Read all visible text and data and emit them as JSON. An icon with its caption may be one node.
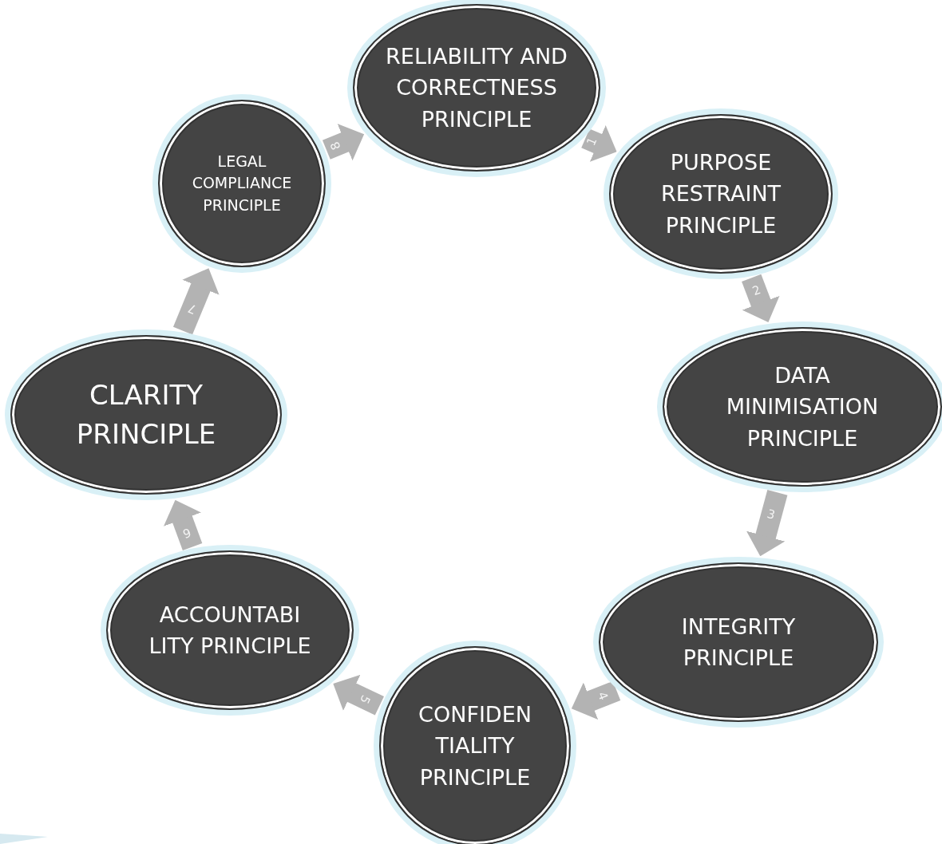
{
  "diagram": {
    "nodes": [
      {
        "text": [
          "RELIABILITY AND CORRECTNESS PRINCIPLE"
        ]
      },
      {
        "text": [
          "PURPOSE RESTRAINT PRINCIPLE"
        ]
      },
      {
        "text": [
          "DATA MINIMISATION PRINCIPLE"
        ]
      },
      {
        "text": [
          "INTEGRITY PRINCIPLE"
        ]
      },
      {
        "text": [
          "CONFIDEN TIALITY PRINCIPLE"
        ]
      },
      {
        "text": [
          "ACCOUNTABI LITY PRINCIPLE"
        ]
      },
      {
        "text": [
          "CLARITY PRINCIPLE"
        ]
      },
      {
        "text": [
          "LEGAL COMPLIANCE PRINCIPLE"
        ]
      }
    ],
    "edges": [
      {
        "from": 0,
        "to": 1,
        "arrow": "to",
        "label": "1"
      },
      {
        "from": 1,
        "to": 2,
        "arrow": "to",
        "label": "2"
      },
      {
        "from": 2,
        "to": 3,
        "arrow": "to",
        "label": "3"
      },
      {
        "from": 3,
        "to": 4,
        "arrow": "to",
        "label": "4"
      },
      {
        "from": 4,
        "to": 5,
        "arrow": "to",
        "label": "5"
      },
      {
        "from": 5,
        "to": 6,
        "arrow": "to",
        "label": "6"
      },
      {
        "from": 6,
        "to": 7,
        "arrow": "to",
        "label": "7"
      },
      {
        "from": 7,
        "to": 0,
        "arrow": "to",
        "label": "8"
      }
    ]
  }
}
